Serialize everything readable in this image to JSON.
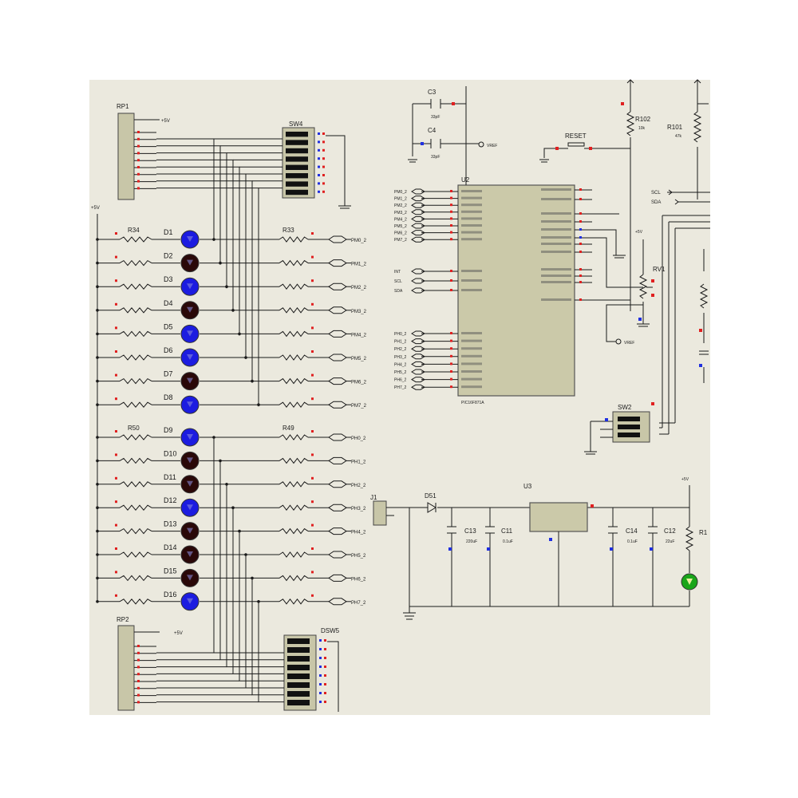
{
  "colors": {
    "canvas": "#ebe9de",
    "wire": "#1a1a1a",
    "led_blue": "#1c1ce0",
    "led_off": "#2a0808",
    "led_green": "#1aa51a",
    "pin_red": "#e02020",
    "pin_blue": "#2030e0"
  },
  "resistor_packs": {
    "rp1": {
      "label": "RP1"
    },
    "rp2": {
      "label": "RP2"
    }
  },
  "dip_switches": {
    "sw4": {
      "label": "SW4"
    },
    "dsw5": {
      "label": "DSW5"
    },
    "sw2": {
      "label": "SW2"
    }
  },
  "supply_label": "+5V",
  "led_bank_top": {
    "resistor_labels": [
      "R34",
      "",
      "",
      "",
      "",
      "",
      "",
      ""
    ],
    "led_labels": [
      "D1",
      "D2",
      "D3",
      "D4",
      "D5",
      "D6",
      "D7",
      "D8"
    ],
    "led_states": [
      "blue",
      "off",
      "blue",
      "off",
      "blue",
      "blue",
      "off",
      "blue"
    ],
    "out_resistor_labels": [
      "R33",
      "",
      "",
      "",
      "",
      "",
      "",
      ""
    ],
    "net_labels": [
      "PM0_2",
      "PM1_2",
      "PM2_2",
      "PM3_2",
      "PM4_2",
      "PM5_2",
      "PM6_2",
      "PM7_2"
    ]
  },
  "led_bank_bottom": {
    "resistor_labels": [
      "R50",
      "",
      "",
      "",
      "",
      "",
      "",
      ""
    ],
    "led_labels": [
      "D9",
      "D10",
      "D11",
      "D12",
      "D13",
      "D14",
      "D15",
      "D16"
    ],
    "led_states": [
      "blue",
      "off",
      "off",
      "blue",
      "off",
      "off",
      "off",
      "blue"
    ],
    "out_resistor_labels": [
      "R49",
      "",
      "",
      "",
      "",
      "",
      "",
      ""
    ],
    "net_labels": [
      "PH0_2",
      "PH1_2",
      "PH2_2",
      "PH3_2",
      "PH4_2",
      "PH5_2",
      "PH6_2",
      "PH7_2"
    ]
  },
  "mcu": {
    "ref": "U2",
    "part": "PIC16F871A",
    "left_nets_top": [
      "PM0_2",
      "PM1_2",
      "PM2_2",
      "PM3_2",
      "PM4_2",
      "PM5_2",
      "PM6_2",
      "PM7_2"
    ],
    "left_nets_mid": [
      "INT",
      "SCL",
      "SDA"
    ],
    "left_nets_bottom": [
      "PH0_2",
      "PH1_2",
      "PH2_2",
      "PH3_2",
      "PH4_2",
      "PH5_2",
      "PH6_2",
      "PH7_2"
    ]
  },
  "caps_top": [
    {
      "ref": "C3",
      "value": "33pF"
    },
    {
      "ref": "C4",
      "value": "33pF"
    }
  ],
  "vref_label": "VREF",
  "reset_label": "RESET",
  "r102": {
    "ref": "R102",
    "value": "10k"
  },
  "r101": {
    "ref": "R101",
    "value": "47k"
  },
  "scl_sda": [
    "SCL",
    "SDA"
  ],
  "rv1": {
    "label": "RV1"
  },
  "power": {
    "connector": "J1",
    "diode": "D51",
    "regulator": "U3",
    "caps": [
      {
        "ref": "C13",
        "value": "220uF"
      },
      {
        "ref": "C11",
        "value": "0.1uF"
      },
      {
        "ref": "C14",
        "value": "0.1uF"
      },
      {
        "ref": "C12",
        "value": "22uF"
      }
    ],
    "r_led": "R1"
  }
}
